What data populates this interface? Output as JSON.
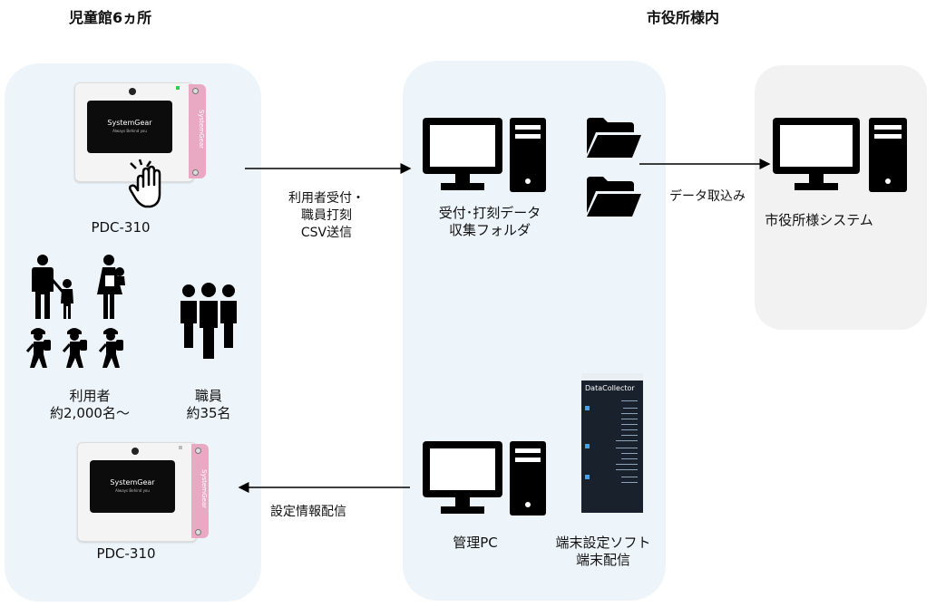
{
  "headings": {
    "left": "児童館6ヵ所",
    "right": "市役所様内"
  },
  "devices": {
    "top_label": "PDC-310",
    "bottom_label": "PDC-310",
    "brand": "SystemGear",
    "brand_sub": "Always Behind you",
    "side_text": "SystemGear"
  },
  "people": {
    "users_label_line1": "利用者",
    "users_label_line2": "約2,000名～",
    "staff_label_line1": "職員",
    "staff_label_line2": "約35名"
  },
  "arrows": {
    "upload_line1": "利用者受付・",
    "upload_line2": "職員打刻",
    "upload_line3": "CSV送信",
    "download": "設定情報配信",
    "import": "データ取込み"
  },
  "office": {
    "collector_line1": "受付･打刻データ",
    "collector_line2": "収集フォルダ",
    "admin_pc": "管理PC",
    "software_line1": "端末設定ソフト",
    "software_line2": "端末配信",
    "software_title": "DataCollector"
  },
  "city_system": {
    "label": "市役所様システム"
  },
  "colors": {
    "panel_light_blue": "#edf5fb",
    "panel_gray": "#f2f2f2",
    "icon": "#000000",
    "device_accent_pink": "#e9a9c3"
  },
  "icons": [
    "desktop-pc-icon",
    "folder-icon",
    "hand-touch-icon",
    "family-icon",
    "children-backpack-icon",
    "staff-group-icon"
  ]
}
